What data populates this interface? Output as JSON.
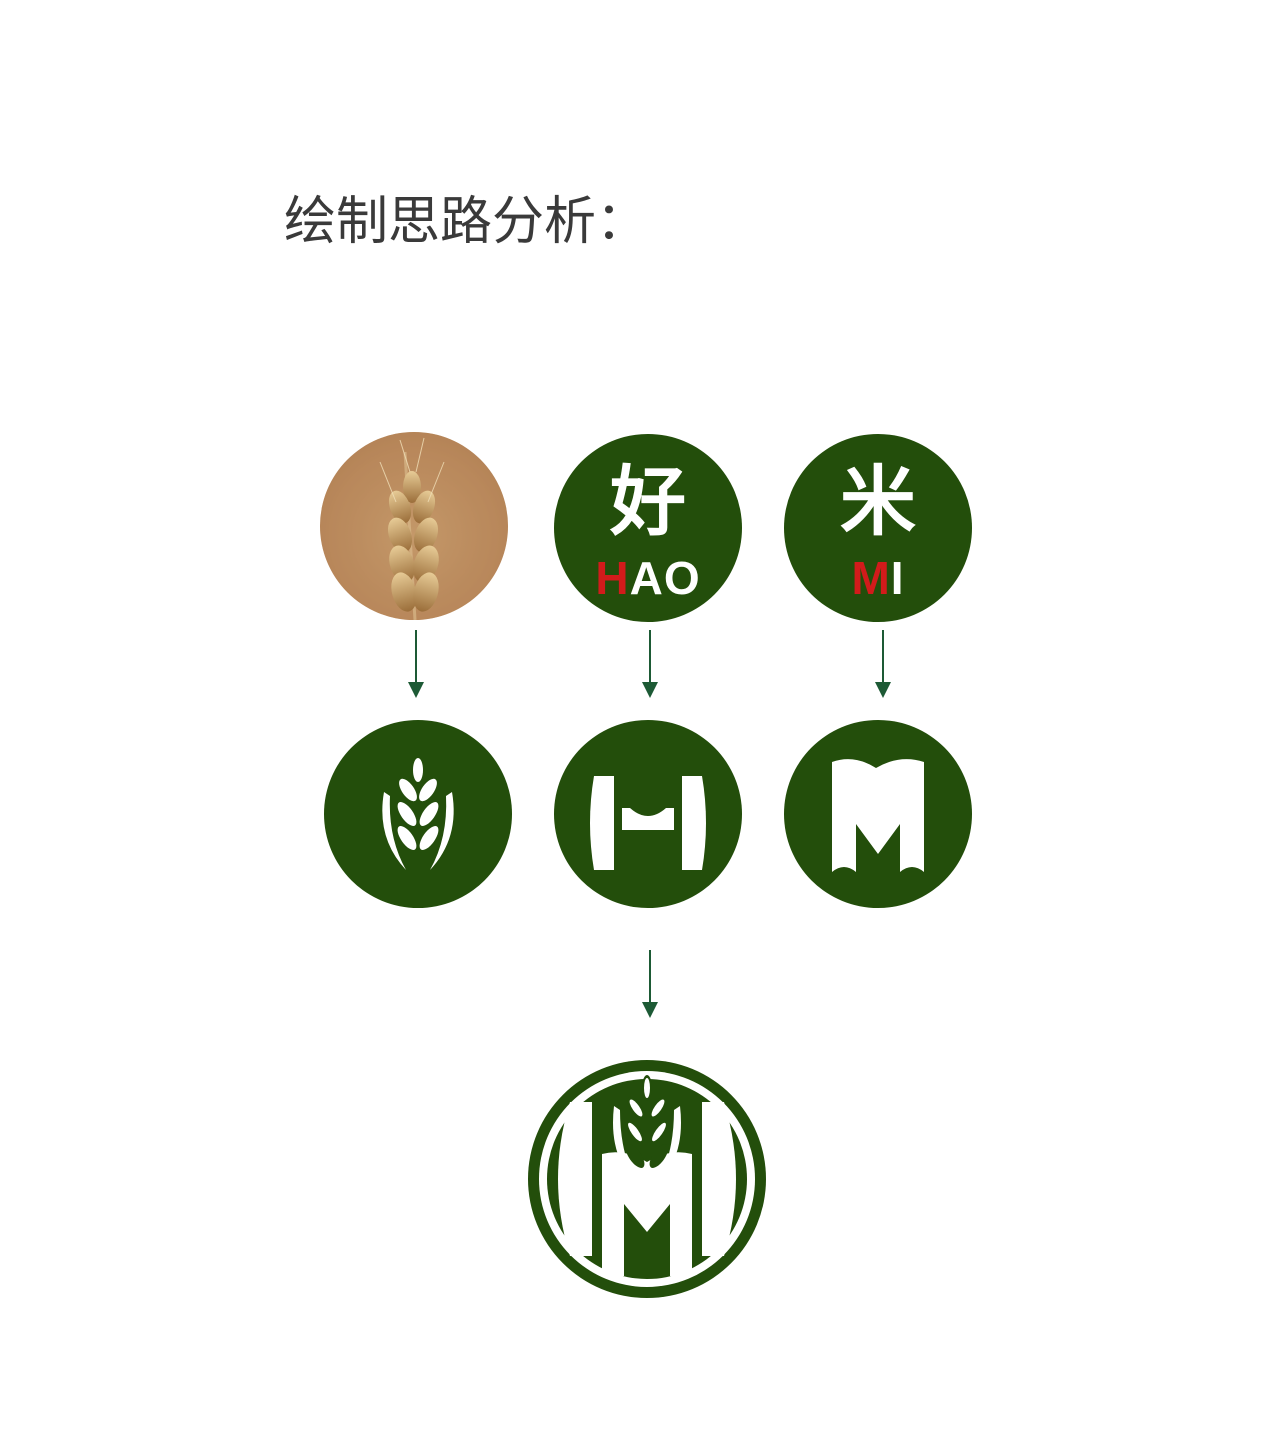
{
  "heading": "绘制思路分析：",
  "colors": {
    "brand_green": "#234e0b",
    "accent_red": "#d21b1b",
    "arrow_green": "#1d5a35",
    "wheat_photo": "#b8875b"
  },
  "sources": [
    {
      "kind": "wheat-photo"
    },
    {
      "kind": "character",
      "char": "好",
      "pinyin_first": "H",
      "pinyin_rest": "AO"
    },
    {
      "kind": "character",
      "char": "米",
      "pinyin_first": "M",
      "pinyin_rest": "I"
    }
  ],
  "elements": [
    {
      "kind": "wheat-icon"
    },
    {
      "kind": "h-letter-icon"
    },
    {
      "kind": "m-letter-icon"
    }
  ],
  "final_logo": {
    "kind": "combined-wheat-hm-logo"
  }
}
